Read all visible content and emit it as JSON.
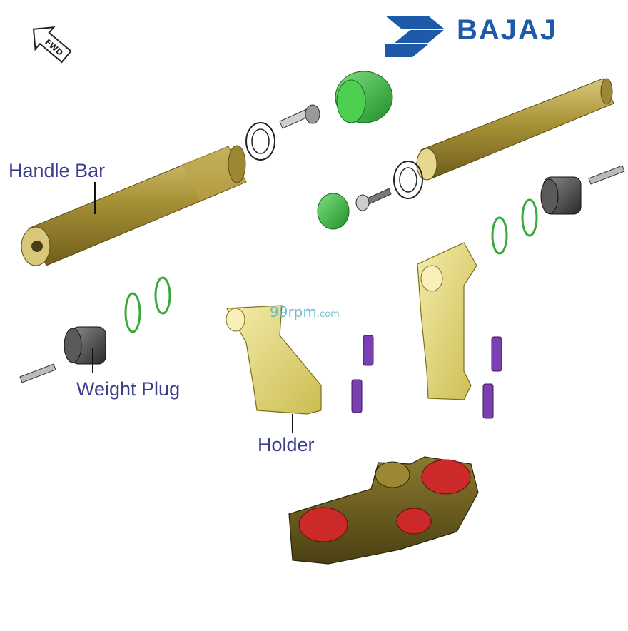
{
  "brand": {
    "name": "BAJAJ",
    "color": "#1f5aa8"
  },
  "direction_marker": {
    "text": "FWD"
  },
  "watermark": {
    "site": "99rpm",
    "suffix": ".com"
  },
  "labels": {
    "handle_bar": "Handle Bar",
    "weight_plug": "Weight Plug",
    "holder": "Holder"
  },
  "colors": {
    "handle_bar": "#a89236",
    "green_cap": "#3fbf3f",
    "o_ring": "#3aa83a",
    "holder": "#e8dc7a",
    "bolt": "#7a3fb0",
    "clamp_cup": "#cc2a2a",
    "label": "#3d3d8f"
  }
}
